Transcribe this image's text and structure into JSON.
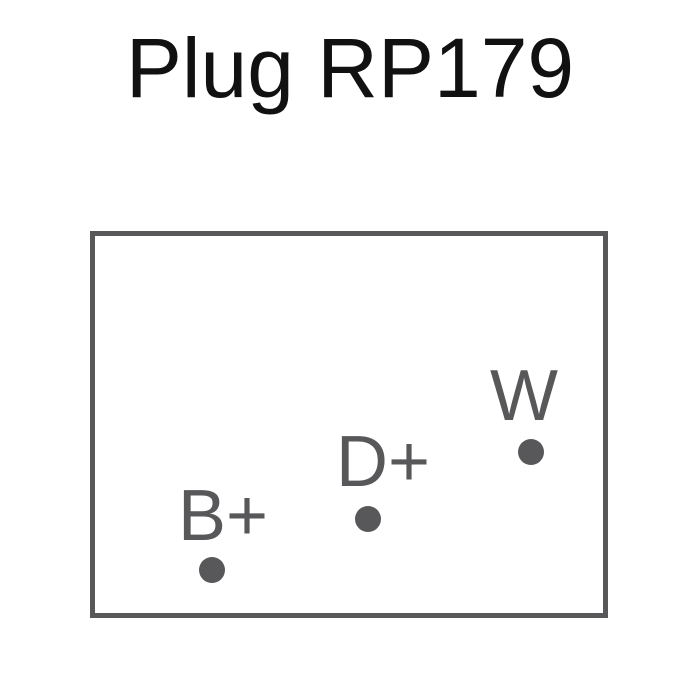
{
  "title": "Plug RP179",
  "colors": {
    "outline": "#58585a",
    "text": "#111111",
    "background": "#ffffff"
  },
  "pins": [
    {
      "label": "B+"
    },
    {
      "label": "D+"
    },
    {
      "label": "W"
    }
  ]
}
